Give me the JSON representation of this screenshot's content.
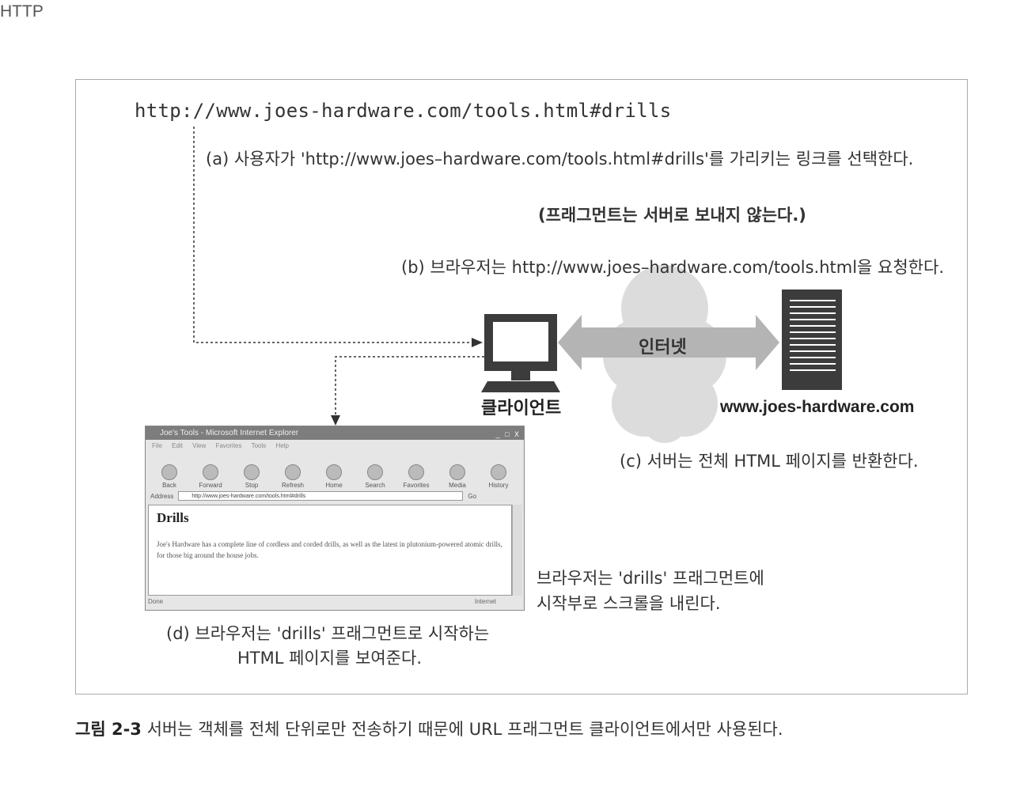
{
  "running_header": "HTTP",
  "diagram": {
    "url": "http://www.joes-hardware.com/tools.html#drills",
    "step_a": "(a) 사용자가 'http://www.joes–hardware.com/tools.html#drills'를 가리키는 링크를 선택한다.",
    "fragment_note": "(프래그먼트는 서버로 보내지 않는다.)",
    "step_b": "(b) 브라우저는 http://www.joes–hardware.com/tools.html을 요청한다.",
    "internet_label": "인터넷",
    "client_label": "클라이언트",
    "server_label": "www.joes-hardware.com",
    "step_c": "(c) 서버는 전체 HTML 페이지를 반환한다.",
    "scroll_note_line1": "브라우저는 'drills' 프래그먼트에",
    "scroll_note_line2": "시작부로 스크롤을 내린다.",
    "step_d_line1": "(d) 브라우저는 'drills' 프래그먼트로 시작하는",
    "step_d_line2": "HTML 페이지를 보여준다."
  },
  "browser": {
    "title": "Joe's Tools - Microsoft Internet Explorer",
    "window_buttons": "_ □ X",
    "menu": [
      "File",
      "Edit",
      "View",
      "Favorites",
      "Tools",
      "Help"
    ],
    "toolbar": [
      "Back",
      "Forward",
      "Stop",
      "Refresh",
      "Home",
      "Search",
      "Favorites",
      "Media",
      "History"
    ],
    "address_label": "Address",
    "address_value": "http://www.joes-hardware.com/tools.html#drills",
    "go_label": "Go",
    "heading": "Drills",
    "paragraph": "Joe's Hardware has a complete line of cordless and corded drills, as well as the latest in plutonium-powered atomic drills, for those big around the house jobs.",
    "status_left": "Done",
    "status_zone": "Internet"
  },
  "caption": {
    "number": "그림 2-3",
    "text": "서버는 객체를 전체 단위로만 전송하기 때문에 URL 프래그먼트 클라이언트에서만 사용된다."
  },
  "colors": {
    "arrow_gray": "#b4b4b4",
    "cloud_gray": "#dcdcdc",
    "dark": "#3c3c3c"
  }
}
